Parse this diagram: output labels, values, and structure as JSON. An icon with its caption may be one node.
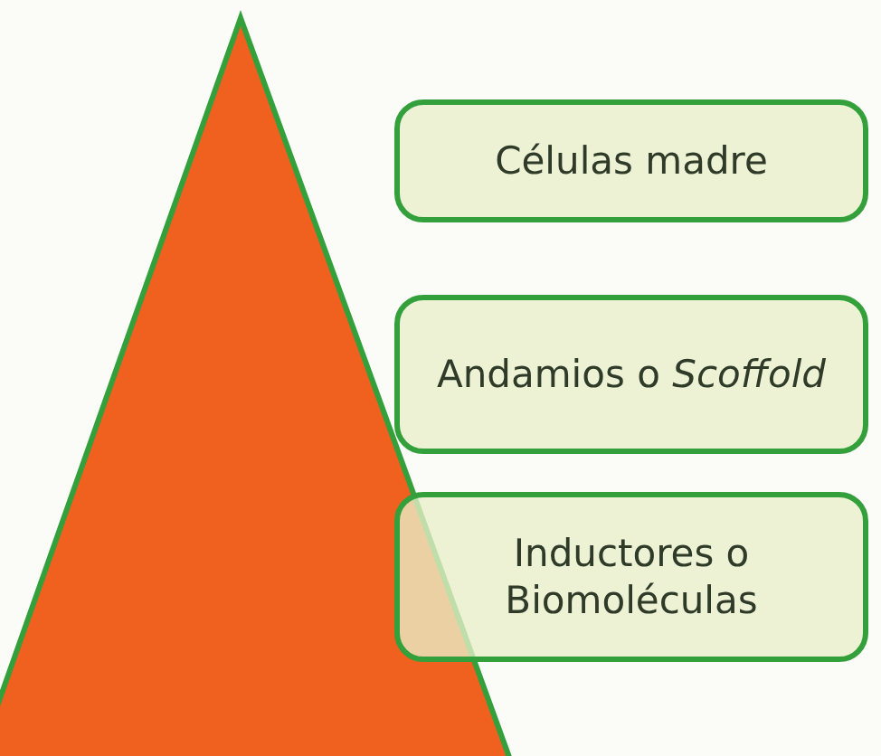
{
  "diagram": {
    "nodes": [
      {
        "text": [
          "Células madre"
        ]
      },
      {
        "text": [
          "Andamios o *Scoffold*"
        ]
      },
      {
        "text": [
          "Inductores o Biomoléculas"
        ]
      }
    ]
  }
}
